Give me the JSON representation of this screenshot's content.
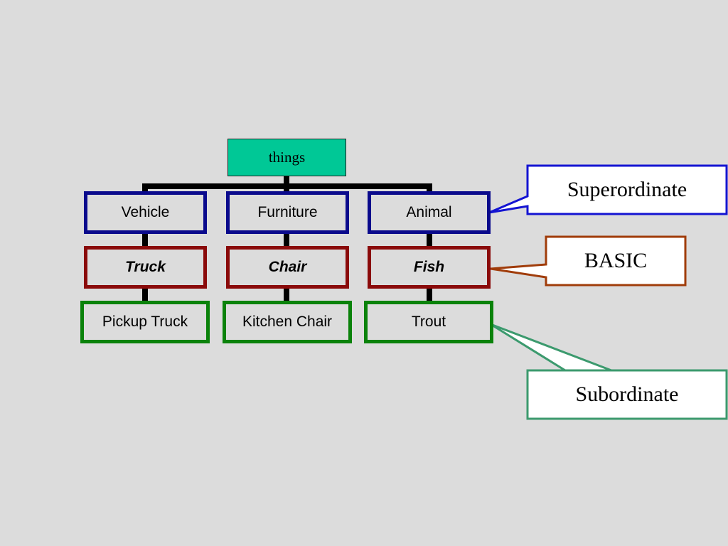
{
  "root": {
    "label": "things"
  },
  "columns": [
    {
      "superordinate": "Vehicle",
      "basic": "Truck",
      "subordinate": "Pickup Truck"
    },
    {
      "superordinate": "Furniture",
      "basic": "Chair",
      "subordinate": "Kitchen Chair"
    },
    {
      "superordinate": "Animal",
      "basic": "Fish",
      "subordinate": "Trout"
    }
  ],
  "callouts": {
    "superordinate": "Superordinate",
    "basic": "BASIC",
    "subordinate": "Subordinate"
  },
  "colors": {
    "background": "#dcdcdc",
    "root_fill": "#00c896",
    "superordinate_border": "#0a0a8c",
    "basic_border": "#8a0a0a",
    "subordinate_border": "#0a820a",
    "callout_superordinate_border": "#1414d2",
    "callout_basic_border": "#a03c0a",
    "callout_subordinate_border": "#3c9a6e",
    "connector": "#000000"
  }
}
